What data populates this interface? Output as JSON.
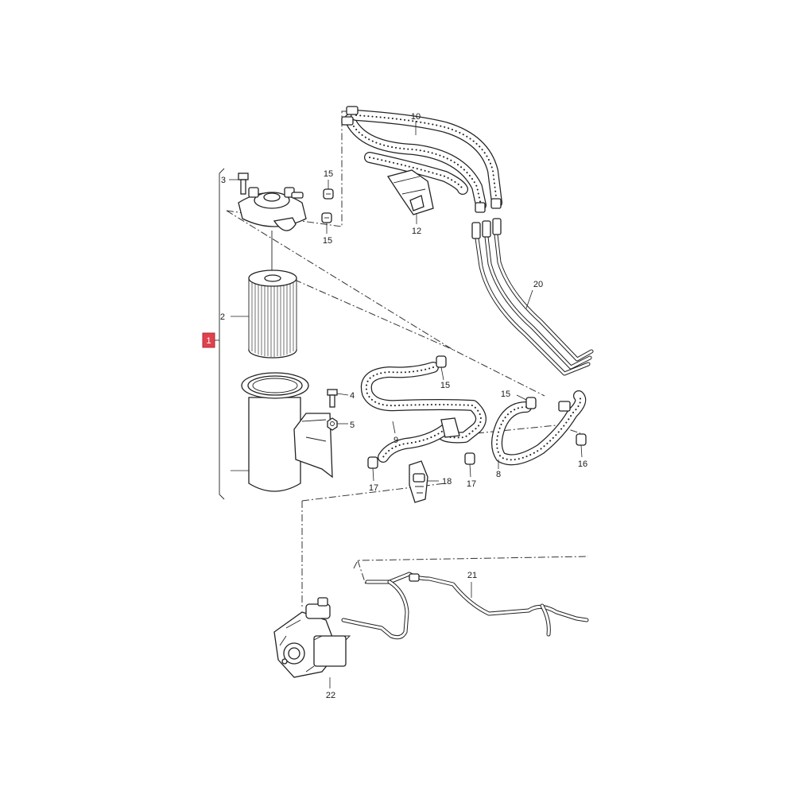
{
  "diagram": {
    "highlight_color": "#e0414e",
    "callouts": {
      "c1": "1",
      "c2": "2",
      "c3": "3",
      "c4": "4",
      "c5": "5",
      "c8": "8",
      "c9": "9",
      "c10": "10",
      "c12": "12",
      "c15a": "15",
      "c15b": "15",
      "c15c": "15",
      "c15d": "15",
      "c16": "16",
      "c17a": "17",
      "c17b": "17",
      "c18": "18",
      "c20": "20",
      "c21": "21",
      "c22": "22"
    }
  }
}
